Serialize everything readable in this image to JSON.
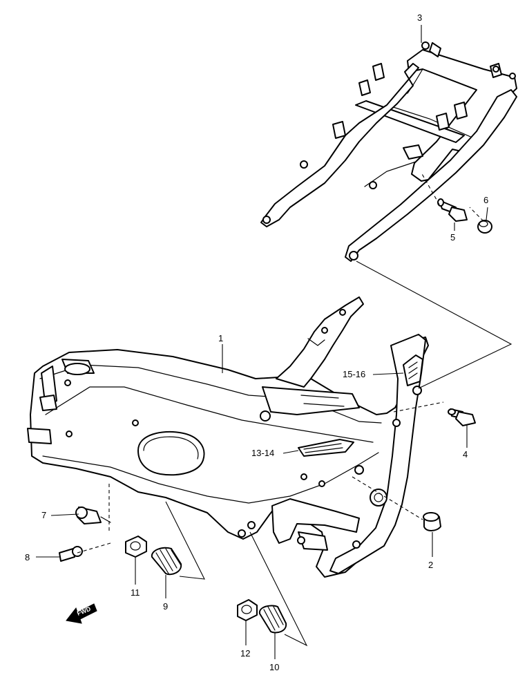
{
  "diagram": {
    "callouts": {
      "p1": "1",
      "p2": "2",
      "p3": "3",
      "p4": "4",
      "p5": "5",
      "p6": "6",
      "p7": "7",
      "p8": "8",
      "p9": "9",
      "p10": "10",
      "p11": "11",
      "p12": "12",
      "p13_14": "13-14",
      "p15_16": "15-16"
    },
    "direction_indicator": "FWD"
  }
}
